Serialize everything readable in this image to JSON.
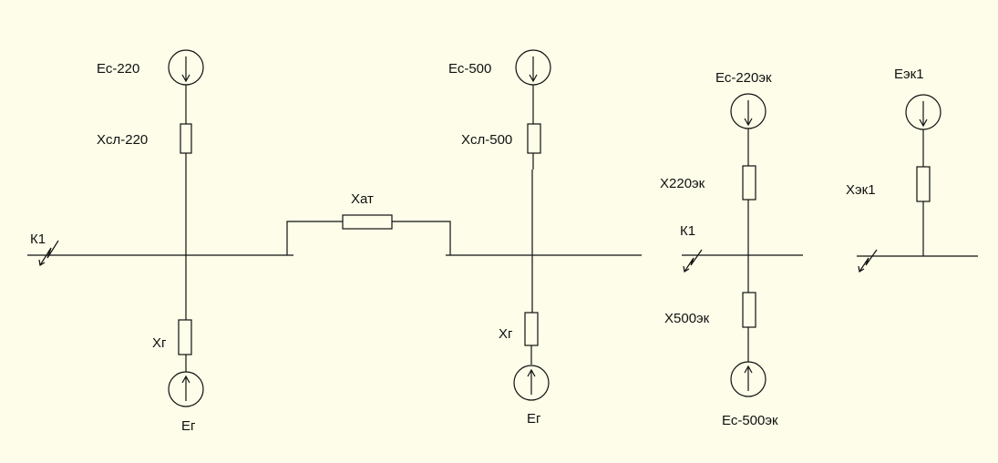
{
  "colors": {
    "background": "#fdfde9",
    "line": "#111111"
  },
  "diagram": {
    "left_circuit": {
      "fault_label": "К1",
      "source_top": "Ес-220",
      "reactance_top": "Хсл-220",
      "reactance_autotransformer": "Хат",
      "reactance_bottom": "Хг",
      "source_bottom": "Ег"
    },
    "middle_circuit": {
      "source_top": "Ес-500",
      "reactance_top": "Хсл-500",
      "reactance_bottom": "Хг",
      "source_bottom": "Ег"
    },
    "equivalent_circuit": {
      "source_top": "Ес-220эк",
      "reactance_top": "Х220эк",
      "fault_label": "К1",
      "reactance_bottom": "Х500эк",
      "source_bottom": "Ес-500эк"
    },
    "final_circuit": {
      "source_top": "Еэк1",
      "reactance": "Хэк1"
    }
  }
}
